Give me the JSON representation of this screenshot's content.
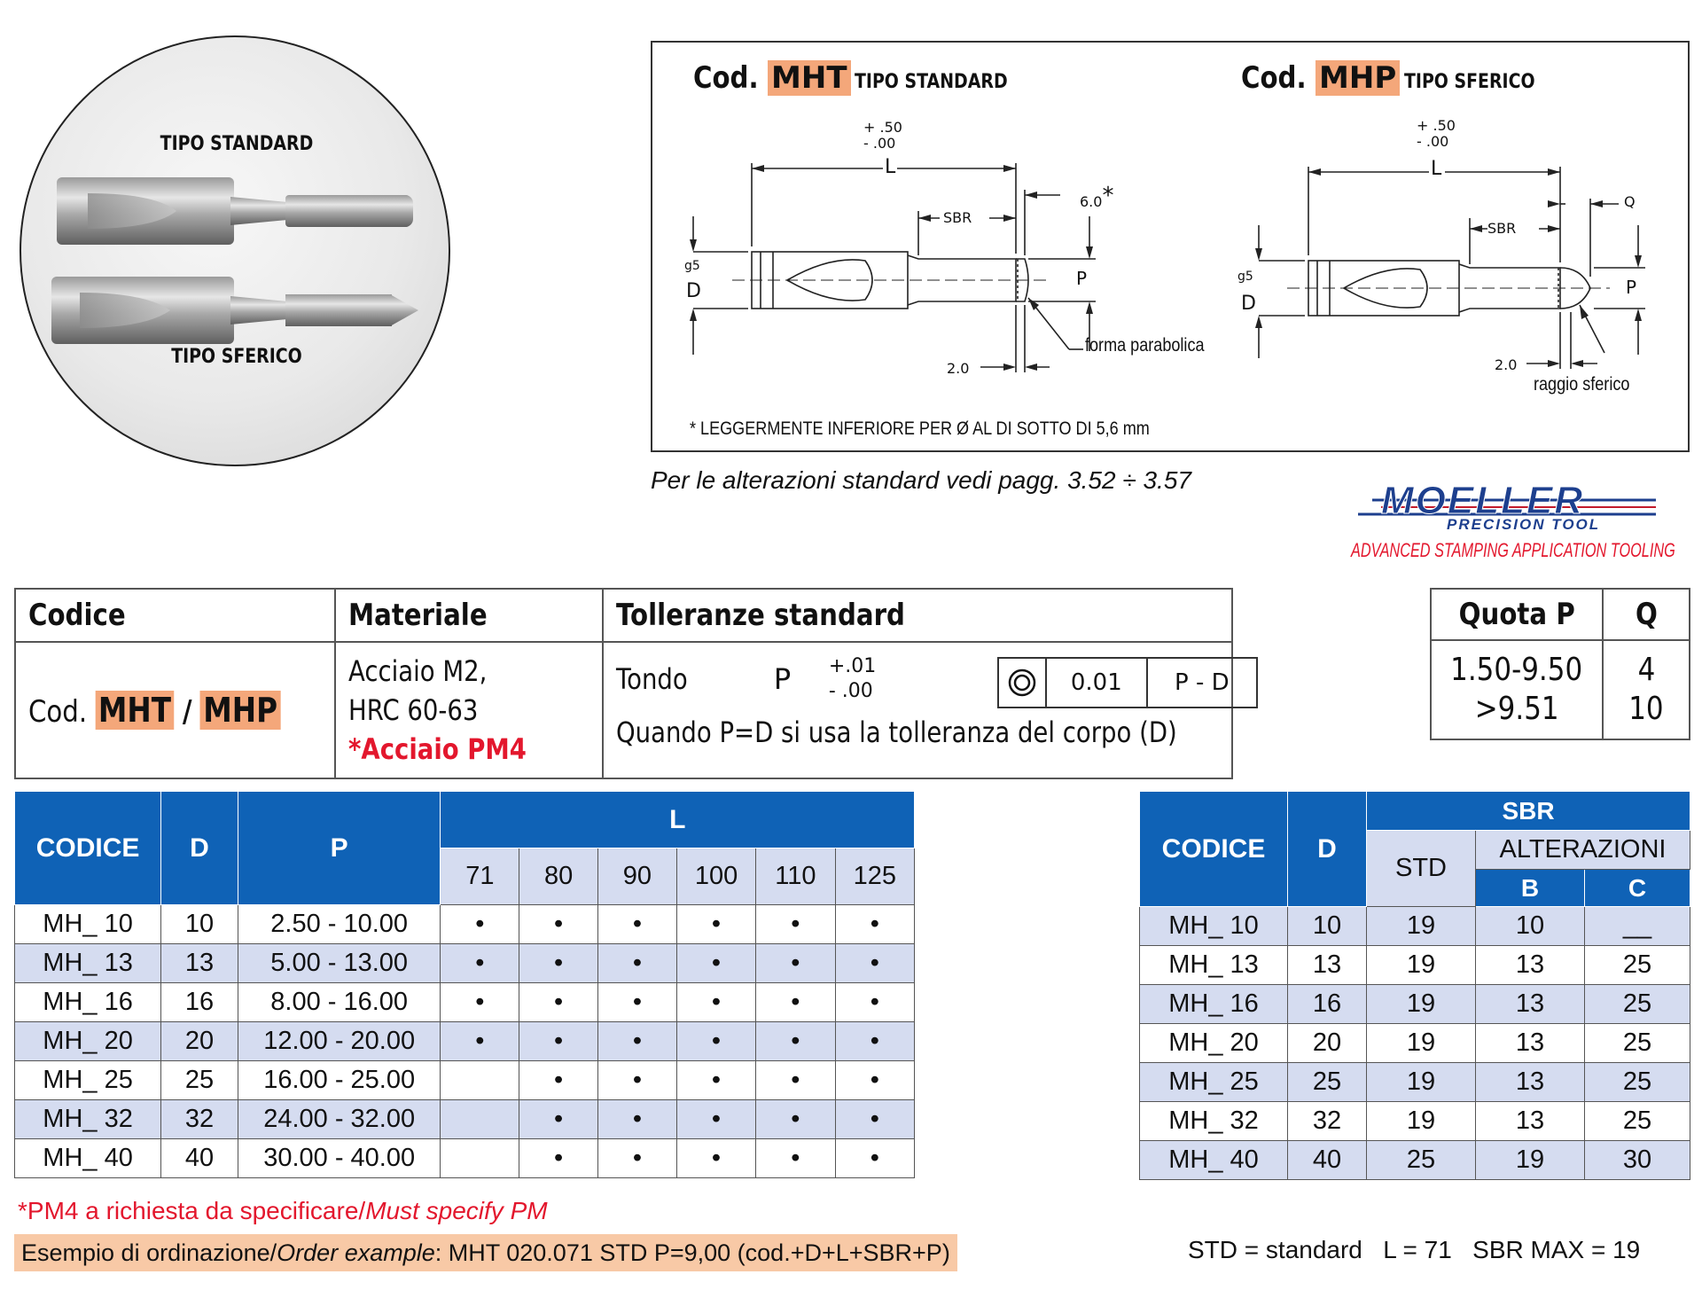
{
  "photo": {
    "label_standard": "TIPO STANDARD",
    "label_sferico": "TIPO SFERICO"
  },
  "drawing": {
    "mht_prefix": "Cod.",
    "mht_code": "MHT",
    "mht_type": "TIPO STANDARD",
    "mhp_prefix": "Cod.",
    "mhp_code": "MHP",
    "mhp_type": "TIPO SFERICO",
    "tol_plus": "+ .50",
    "tol_minus": "- .00",
    "L": "L",
    "SBR": "SBR",
    "six": "6.0",
    "asterisk": "*",
    "Q": "Q",
    "g5": "g5",
    "D": "D",
    "P": "P",
    "two": "2.0",
    "forma": "forma parabolica",
    "raggio": "raggio sferico",
    "footnote": "* LEGGERMENTE INFERIORE PER Ø AL DI SOTTO DI 5,6 mm"
  },
  "alterations_note": "Per le alterazioni standard vedi pagg. 3.52 ÷ 3.57",
  "logo": {
    "name": "MOELLER",
    "sub": "PRECISION TOOL",
    "tagline": "ADVANCED STAMPING APPLICATION TOOLING"
  },
  "spec": {
    "h_codice": "Codice",
    "h_materiale": "Materiale",
    "h_tolleranze": "Tolleranze standard",
    "cod_prefix": "Cod.",
    "cod_mht": "MHT",
    "cod_sep": "/",
    "cod_mhp": "MHP",
    "mat_line1": "Acciaio M2,",
    "mat_line2": "HRC 60-63",
    "mat_line3": "*Acciaio PM4",
    "tondo": "Tondo",
    "p": "P",
    "p_plus": "+.01",
    "p_minus": "- .00",
    "conc_value": "0.01",
    "conc_ref": "P - D",
    "quando": "Quando P=D si usa la tolleranza del corpo (D)"
  },
  "quota": {
    "h_p": "Quota P",
    "h_q": "Q",
    "p_rows": [
      "1.50-9.50",
      ">9.51"
    ],
    "q_rows": [
      "4",
      "10"
    ]
  },
  "left_table": {
    "h_codice": "CODICE",
    "h_d": "D",
    "h_p": "P",
    "h_l": "L",
    "l_values": [
      "71",
      "80",
      "90",
      "100",
      "110",
      "125"
    ],
    "rows": [
      {
        "codice": "MH_ 10",
        "d": "10",
        "p": "2.50 - 10.00",
        "l": [
          "•",
          "•",
          "•",
          "•",
          "•",
          "•"
        ]
      },
      {
        "codice": "MH_ 13",
        "d": "13",
        "p": "5.00 - 13.00",
        "l": [
          "•",
          "•",
          "•",
          "•",
          "•",
          "•"
        ]
      },
      {
        "codice": "MH_ 16",
        "d": "16",
        "p": "8.00 - 16.00",
        "l": [
          "•",
          "•",
          "•",
          "•",
          "•",
          "•"
        ]
      },
      {
        "codice": "MH_ 20",
        "d": "20",
        "p": "12.00 - 20.00",
        "l": [
          "•",
          "•",
          "•",
          "•",
          "•",
          "•"
        ]
      },
      {
        "codice": "MH_ 25",
        "d": "25",
        "p": "16.00 - 25.00",
        "l": [
          "",
          "•",
          "•",
          "•",
          "•",
          "•"
        ]
      },
      {
        "codice": "MH_ 32",
        "d": "32",
        "p": "24.00 - 32.00",
        "l": [
          "",
          "•",
          "•",
          "•",
          "•",
          "•"
        ]
      },
      {
        "codice": "MH_ 40",
        "d": "40",
        "p": "30.00 - 40.00",
        "l": [
          "",
          "•",
          "•",
          "•",
          "•",
          "•"
        ]
      }
    ]
  },
  "right_table": {
    "h_codice": "CODICE",
    "h_d": "D",
    "h_sbr": "SBR",
    "h_std": "STD",
    "h_alterazioni": "ALTERAZIONI",
    "h_b": "B",
    "h_c": "C",
    "rows": [
      {
        "codice": "MH_ 10",
        "d": "10",
        "std": "19",
        "b": "10",
        "c": "__"
      },
      {
        "codice": "MH_ 13",
        "d": "13",
        "std": "19",
        "b": "13",
        "c": "25"
      },
      {
        "codice": "MH_ 16",
        "d": "16",
        "std": "19",
        "b": "13",
        "c": "25"
      },
      {
        "codice": "MH_ 20",
        "d": "20",
        "std": "19",
        "b": "13",
        "c": "25"
      },
      {
        "codice": "MH_ 25",
        "d": "25",
        "std": "19",
        "b": "13",
        "c": "25"
      },
      {
        "codice": "MH_ 32",
        "d": "32",
        "std": "19",
        "b": "13",
        "c": "25"
      },
      {
        "codice": "MH_ 40",
        "d": "40",
        "std": "25",
        "b": "19",
        "c": "30"
      }
    ]
  },
  "notes": {
    "pm4_red": "*PM4 a richiesta da specificare/",
    "pm4_italic": "Must specify PM",
    "example_label": "Esempio di ordinazione/",
    "example_italic": "Order example",
    "example_value": ": MHT 020.071 STD P=9,00 (cod.+D+L+SBR+P)",
    "legend": "STD = standard   L = 71   SBR MAX = 19"
  },
  "colors": {
    "table_header": "#0f62b6",
    "row_alt": "#d5dcf0",
    "highlight": "#f4a77a",
    "red": "#e3172d",
    "logo_blue": "#1d3f8e"
  }
}
